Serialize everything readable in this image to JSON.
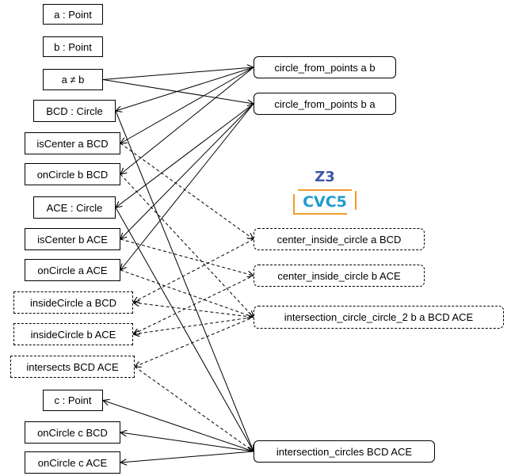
{
  "left_nodes": [
    {
      "id": "a_point",
      "label": "a : Point",
      "style": "solid"
    },
    {
      "id": "b_point",
      "label": "b : Point",
      "style": "solid"
    },
    {
      "id": "a_neq_b",
      "label": "a ≠ b",
      "style": "solid"
    },
    {
      "id": "bcd_circle",
      "label": "BCD : Circle",
      "style": "solid"
    },
    {
      "id": "iscenter_a_bcd",
      "label": "isCenter a BCD",
      "style": "solid"
    },
    {
      "id": "oncircle_b_bcd",
      "label": "onCircle b BCD",
      "style": "solid"
    },
    {
      "id": "ace_circle",
      "label": "ACE : Circle",
      "style": "solid"
    },
    {
      "id": "iscenter_b_ace",
      "label": "isCenter b ACE",
      "style": "solid"
    },
    {
      "id": "oncircle_a_ace",
      "label": "onCircle a ACE",
      "style": "solid"
    },
    {
      "id": "insidecircle_a_bcd",
      "label": "insideCircle a BCD",
      "style": "dashed"
    },
    {
      "id": "insidecircle_b_ace",
      "label": "insideCircle b ACE",
      "style": "dashed"
    },
    {
      "id": "intersects_bcd_ace",
      "label": "intersects BCD ACE",
      "style": "dashed"
    },
    {
      "id": "c_point",
      "label": "c : Point",
      "style": "solid"
    },
    {
      "id": "oncircle_c_bcd",
      "label": "onCircle c BCD",
      "style": "solid"
    },
    {
      "id": "oncircle_c_ace",
      "label": "onCircle c ACE",
      "style": "solid"
    }
  ],
  "right_nodes": [
    {
      "id": "cfp_ab",
      "label": "circle_from_points a b",
      "style": "solid"
    },
    {
      "id": "cfp_ba",
      "label": "circle_from_points b a",
      "style": "solid"
    },
    {
      "id": "cic_a_bcd",
      "label": "center_inside_circle a BCD",
      "style": "dashed"
    },
    {
      "id": "cic_b_ace",
      "label": "center_inside_circle b ACE",
      "style": "dashed"
    },
    {
      "id": "icc2",
      "label": "intersection_circle_circle_2 b a BCD ACE",
      "style": "dashed"
    },
    {
      "id": "ic_bcd_ace",
      "label": "intersection_circles BCD ACE",
      "style": "solid"
    }
  ],
  "logos": {
    "z3": "Z3",
    "cvc5": "CVC5"
  },
  "colors": {
    "line": "#000000",
    "z3": "#3f55a6",
    "cvc5_text": "#1f9bd0",
    "cvc5_frame": "#f29a2e"
  },
  "edges": [
    {
      "from": "a_neq_b",
      "to": "cfp_ab",
      "dir": "to_right",
      "style": "solid"
    },
    {
      "from": "a_neq_b",
      "to": "cfp_ba",
      "dir": "to_right",
      "style": "solid"
    },
    {
      "from": "cfp_ab",
      "to": "bcd_circle",
      "dir": "to_left",
      "style": "solid"
    },
    {
      "from": "cfp_ab",
      "to": "iscenter_a_bcd",
      "dir": "to_left",
      "style": "solid"
    },
    {
      "from": "cfp_ab",
      "to": "oncircle_b_bcd",
      "dir": "to_left",
      "style": "solid"
    },
    {
      "from": "cfp_ba",
      "to": "ace_circle",
      "dir": "to_left",
      "style": "solid"
    },
    {
      "from": "cfp_ba",
      "to": "iscenter_b_ace",
      "dir": "to_left",
      "style": "solid"
    },
    {
      "from": "cfp_ba",
      "to": "oncircle_a_ace",
      "dir": "to_left",
      "style": "solid"
    },
    {
      "from": "iscenter_a_bcd",
      "to": "cic_a_bcd",
      "dir": "to_right",
      "style": "dashed"
    },
    {
      "from": "oncircle_b_bcd",
      "to": "icc2",
      "dir": "to_right",
      "style": "dashed"
    },
    {
      "from": "iscenter_b_ace",
      "to": "cic_b_ace",
      "dir": "to_right",
      "style": "dashed"
    },
    {
      "from": "oncircle_a_ace",
      "to": "icc2",
      "dir": "to_right",
      "style": "dashed"
    },
    {
      "from": "cic_a_bcd",
      "to": "insidecircle_a_bcd",
      "dir": "to_left",
      "style": "dashed"
    },
    {
      "from": "cic_b_ace",
      "to": "insidecircle_b_ace",
      "dir": "to_left",
      "style": "dashed"
    },
    {
      "from": "icc2",
      "to": "insidecircle_a_bcd",
      "dir": "to_left",
      "style": "dashed"
    },
    {
      "from": "icc2",
      "to": "insidecircle_b_ace",
      "dir": "to_left",
      "style": "dashed"
    },
    {
      "from": "icc2",
      "to": "intersects_bcd_ace",
      "dir": "to_left",
      "style": "dashed"
    },
    {
      "from": "intersects_bcd_ace",
      "to": "ic_bcd_ace",
      "dir": "to_right",
      "style": "dashed"
    },
    {
      "from": "bcd_circle",
      "to": "ic_bcd_ace",
      "dir": "to_right",
      "style": "solid"
    },
    {
      "from": "ace_circle",
      "to": "ic_bcd_ace",
      "dir": "to_right",
      "style": "solid"
    },
    {
      "from": "ic_bcd_ace",
      "to": "c_point",
      "dir": "to_left",
      "style": "solid"
    },
    {
      "from": "ic_bcd_ace",
      "to": "oncircle_c_bcd",
      "dir": "to_left",
      "style": "solid"
    },
    {
      "from": "ic_bcd_ace",
      "to": "oncircle_c_ace",
      "dir": "to_left",
      "style": "solid"
    }
  ]
}
